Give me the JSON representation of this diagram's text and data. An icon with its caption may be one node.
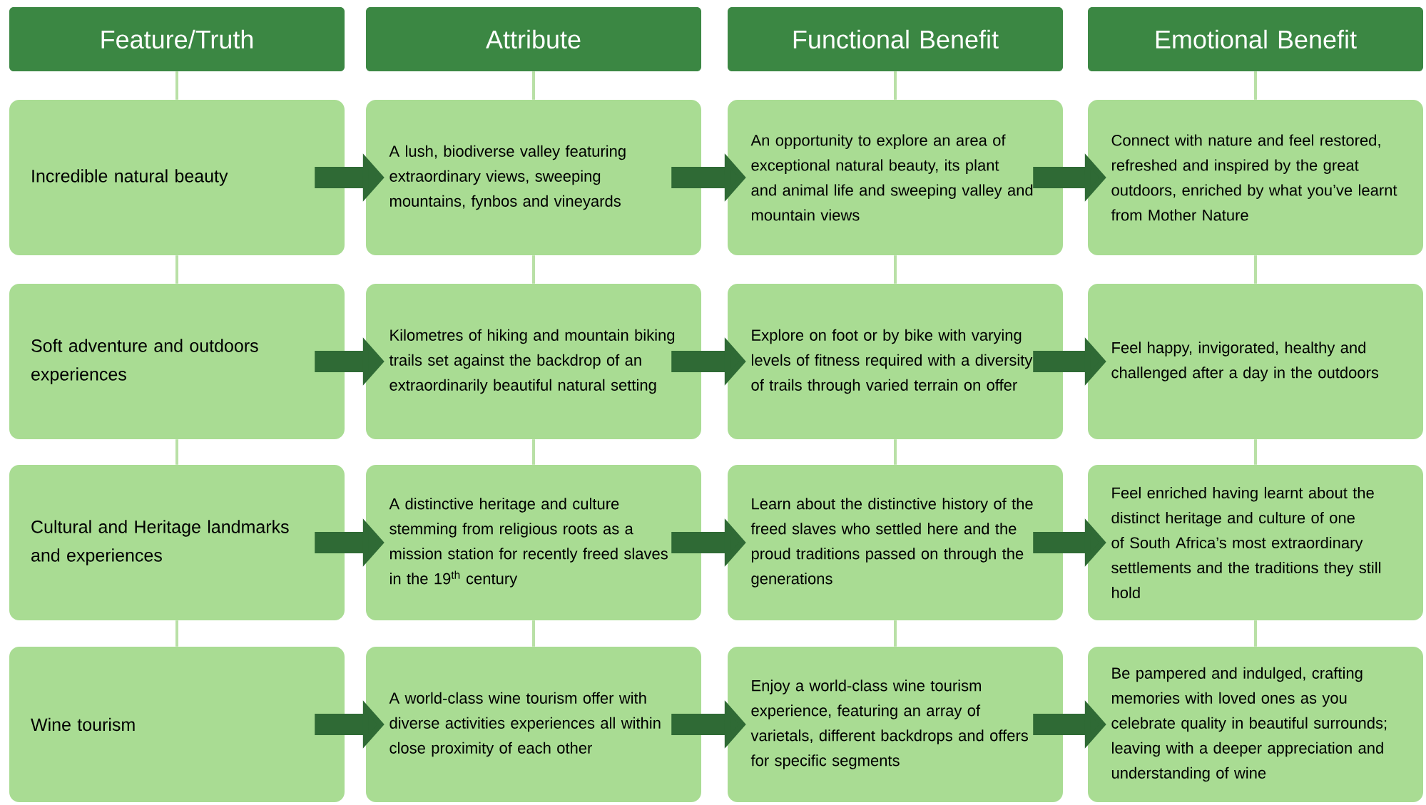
{
  "diagram": {
    "nodes": [
      {
        "text": [
          "Feature/Truth"
        ]
      },
      {
        "text": [
          "Attribute"
        ]
      },
      {
        "text": [
          "Functional Benefit"
        ]
      },
      {
        "text": [
          "Emotional Benefit"
        ]
      },
      {
        "text": [
          "Incredible natural beauty"
        ]
      },
      {
        "text": [
          "A lush, biodiverse valley featuring extraordinary views, sweeping mountains, fynbos and vineyards"
        ]
      },
      {
        "text": [
          "An opportunity to explore an area of exceptional natural beauty, its plant and animal life and sweeping valley and mountain views"
        ]
      },
      {
        "text": [
          "Connect with nature and feel restored, refreshed and inspired by the great outdoors, enriched by what you’ve learnt from Mother Nature"
        ]
      },
      {
        "text": [
          "Soft adventure and outdoors experiences"
        ]
      },
      {
        "text": [
          "Kilometres of hiking and mountain biking trails set against the backdrop of an extraordinarily beautiful natural setting"
        ]
      },
      {
        "text": [
          "Explore on foot or by bike with varying levels of fitness required with a diversity of trails through varied terrain on offer"
        ]
      },
      {
        "text": [
          "Feel happy, invigorated, healthy and challenged after a day in the outdoors"
        ]
      },
      {
        "text": [
          "Cultural and Heritage landmarks and experiences"
        ]
      },
      {
        "text": [
          "A distinctive heritage and culture stemming from religious roots as a mission station for recently freed slaves in the 19$^{th}$ century"
        ]
      },
      {
        "text": [
          "Learn about the distinctive history of the freed slaves who settled here and the proud traditions passed on through the generations"
        ]
      },
      {
        "text": [
          "Feel enriched having learnt about the distinct heritage and culture of one of South Africa’s most extraordinary settlements and the traditions they still hold"
        ]
      },
      {
        "text": [
          "Wine tourism"
        ]
      },
      {
        "text": [
          "A world-class wine tourism offer with diverse activities experiences all within close proximity of each other"
        ]
      },
      {
        "text": [
          "Enjoy a world-class wine tourism experience, featuring an array of varietals, different backdrops and offers for specific segments"
        ]
      },
      {
        "text": [
          "Be pampered and indulged, crafting memories with loved ones as you celebrate quality in beautiful surrounds; leaving with a deeper appreciation and understanding of wine"
        ]
      }
    ],
    "edges": [
      {
        "from": 0,
        "to": 4,
        "arrow": "none"
      },
      {
        "from": 1,
        "to": 5,
        "arrow": "none"
      },
      {
        "from": 2,
        "to": 6,
        "arrow": "none"
      },
      {
        "from": 3,
        "to": 7,
        "arrow": "none"
      },
      {
        "from": 4,
        "to": 8,
        "arrow": "none"
      },
      {
        "from": 5,
        "to": 9,
        "arrow": "none"
      },
      {
        "from": 6,
        "to": 10,
        "arrow": "none"
      },
      {
        "from": 7,
        "to": 11,
        "arrow": "none"
      },
      {
        "from": 8,
        "to": 12,
        "arrow": "none"
      },
      {
        "from": 9,
        "to": 13,
        "arrow": "none"
      },
      {
        "from": 10,
        "to": 14,
        "arrow": "none"
      },
      {
        "from": 11,
        "to": 15,
        "arrow": "none"
      },
      {
        "from": 12,
        "to": 16,
        "arrow": "none"
      },
      {
        "from": 13,
        "to": 17,
        "arrow": "none"
      },
      {
        "from": 14,
        "to": 18,
        "arrow": "none"
      },
      {
        "from": 15,
        "to": 19,
        "arrow": "none"
      },
      {
        "from": 4,
        "to": 5,
        "arrow": "to",
        "style": "thick",
        "color": "#2f6a35"
      },
      {
        "from": 5,
        "to": 6,
        "arrow": "to",
        "style": "thick",
        "color": "#2f6a35"
      },
      {
        "from": 6,
        "to": 7,
        "arrow": "to",
        "style": "thick",
        "color": "#2f6a35"
      },
      {
        "from": 8,
        "to": 9,
        "arrow": "to",
        "style": "thick",
        "color": "#2f6a35"
      },
      {
        "from": 9,
        "to": 10,
        "arrow": "to",
        "style": "thick",
        "color": "#2f6a35"
      },
      {
        "from": 10,
        "to": 11,
        "arrow": "to",
        "style": "thick",
        "color": "#2f6a35"
      },
      {
        "from": 12,
        "to": 13,
        "arrow": "to",
        "style": "thick",
        "color": "#2f6a35"
      },
      {
        "from": 13,
        "to": 14,
        "arrow": "to",
        "style": "thick",
        "color": "#2f6a35"
      },
      {
        "from": 14,
        "to": 15,
        "arrow": "to",
        "style": "thick",
        "color": "#2f6a35"
      },
      {
        "from": 16,
        "to": 17,
        "arrow": "to",
        "style": "thick",
        "color": "#2f6a35"
      },
      {
        "from": 17,
        "to": 18,
        "arrow": "to",
        "style": "thick",
        "color": "#2f6a35"
      },
      {
        "from": 18,
        "to": 19,
        "arrow": "to",
        "style": "thick",
        "color": "#2f6a35"
      }
    ]
  }
}
